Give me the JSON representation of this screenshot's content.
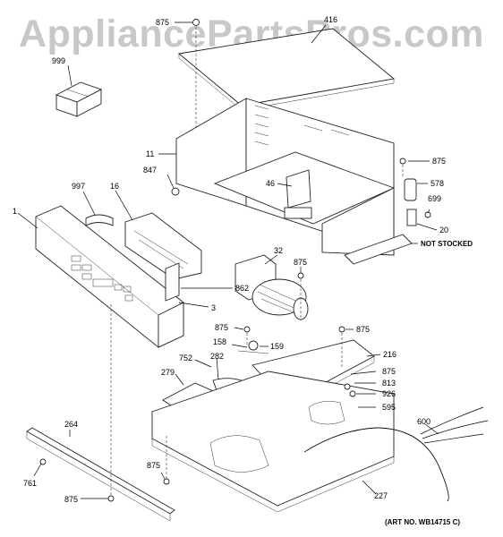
{
  "watermark": "AppliancePartsPros.com",
  "art_number": "(ART NO. WB14715 C)",
  "note": "NOT STOCKED",
  "callouts": {
    "c999": "999",
    "c875a": "875",
    "c416": "416",
    "c11": "11",
    "c847": "847",
    "c997": "997",
    "c16": "16",
    "c1": "1",
    "c46": "46",
    "c875b": "875",
    "c578": "578",
    "c699": "699",
    "c20": "20",
    "c32": "32",
    "c875c": "875",
    "c862": "862",
    "c3": "3",
    "c875d": "875",
    "c158": "158",
    "c159": "159",
    "c875e": "875",
    "c216": "216",
    "c752": "752",
    "c282": "282",
    "c279": "279",
    "c875f": "875",
    "c813": "813",
    "c926": "926",
    "c595": "595",
    "c600": "600",
    "c264": "264",
    "c761": "761",
    "c875g": "875",
    "c875h": "875",
    "c227": "227"
  }
}
